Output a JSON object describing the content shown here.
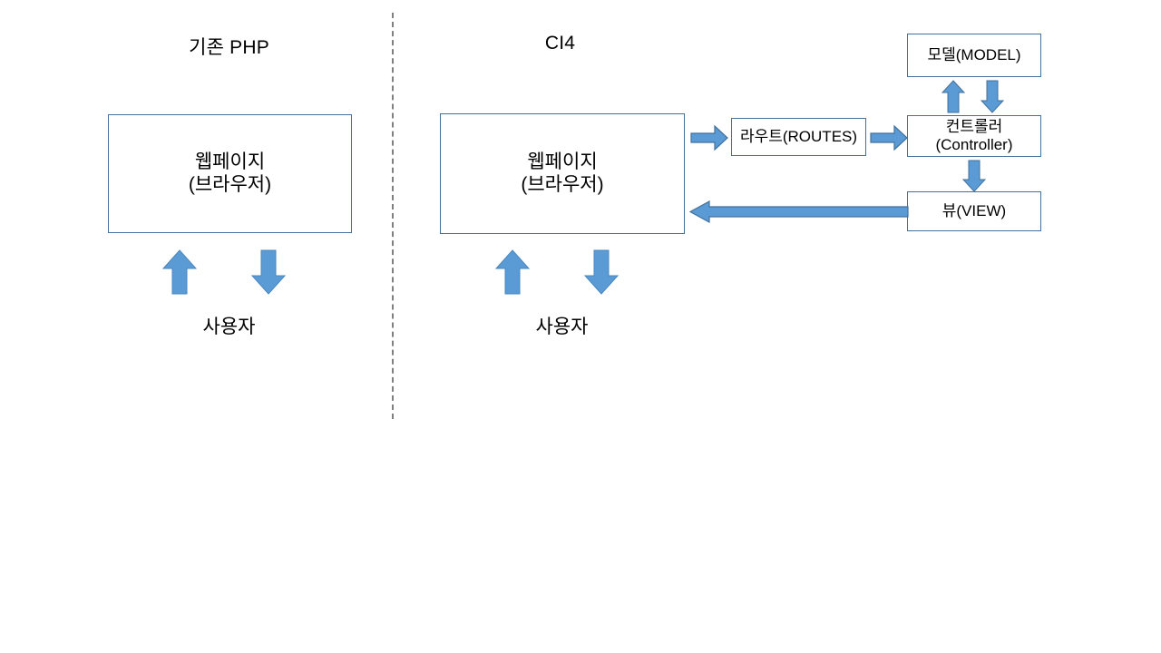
{
  "diagram": {
    "panels": [
      {
        "title": "기존 PHP",
        "nodes": [
          {
            "name": "webpage",
            "text": "웹페이지\n(브라우저)"
          }
        ],
        "actor": "사용자"
      },
      {
        "title": "CI4",
        "nodes": [
          {
            "name": "webpage",
            "text": "웹페이지\n(브라우저)"
          },
          {
            "name": "routes",
            "text": "라우트(ROUTES)"
          },
          {
            "name": "controller",
            "text": "컨트롤러\n(Controller)"
          },
          {
            "name": "model",
            "text": "모델(MODEL)"
          },
          {
            "name": "view",
            "text": "뷰(VIEW)"
          }
        ],
        "actor": "사용자"
      }
    ],
    "arrows": [
      {
        "name": "php-user-up-arrow",
        "direction": "up"
      },
      {
        "name": "php-user-down-arrow",
        "direction": "down"
      },
      {
        "name": "ci4-user-up-arrow",
        "direction": "up"
      },
      {
        "name": "ci4-user-down-arrow",
        "direction": "down"
      },
      {
        "name": "webpage-to-routes-arrow",
        "direction": "right"
      },
      {
        "name": "routes-to-controller-arrow",
        "direction": "right"
      },
      {
        "name": "controller-to-model-arrow",
        "direction": "up"
      },
      {
        "name": "model-to-controller-arrow",
        "direction": "down"
      },
      {
        "name": "controller-to-view-arrow",
        "direction": "down"
      },
      {
        "name": "view-to-webpage-arrow",
        "direction": "left"
      }
    ],
    "colors": {
      "arrow_fill": "#5B9BD5",
      "arrow_stroke": "#41719C",
      "box_border": "#41719C",
      "divider": "#7F7F7F",
      "text": "#000000",
      "background": "#FFFFFF"
    }
  }
}
